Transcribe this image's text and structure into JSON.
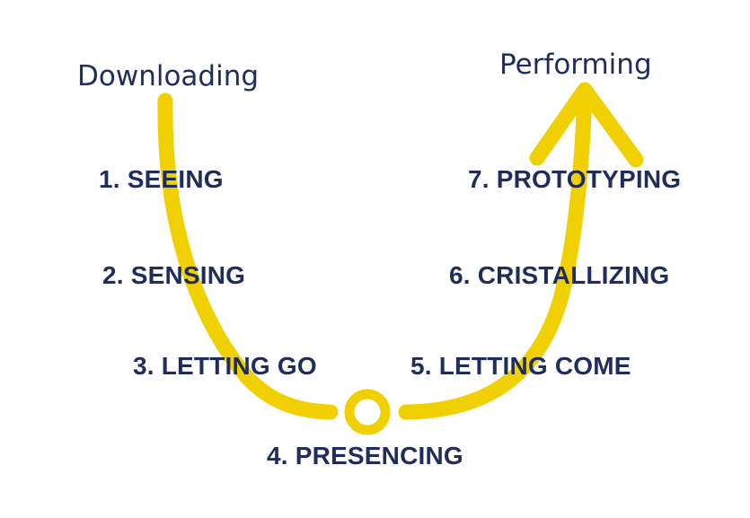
{
  "labels": {
    "start": "Downloading",
    "end": "Performing"
  },
  "steps": [
    "1. SEEING",
    "2. SENSING",
    "3. LETTING GO",
    "4. PRESENCING",
    "5. LETTING COME",
    "6. CRISTALLIZING",
    "7. PROTOTYPING"
  ],
  "colors": {
    "curve": "#f0d000",
    "text": "#1f2d5c"
  }
}
